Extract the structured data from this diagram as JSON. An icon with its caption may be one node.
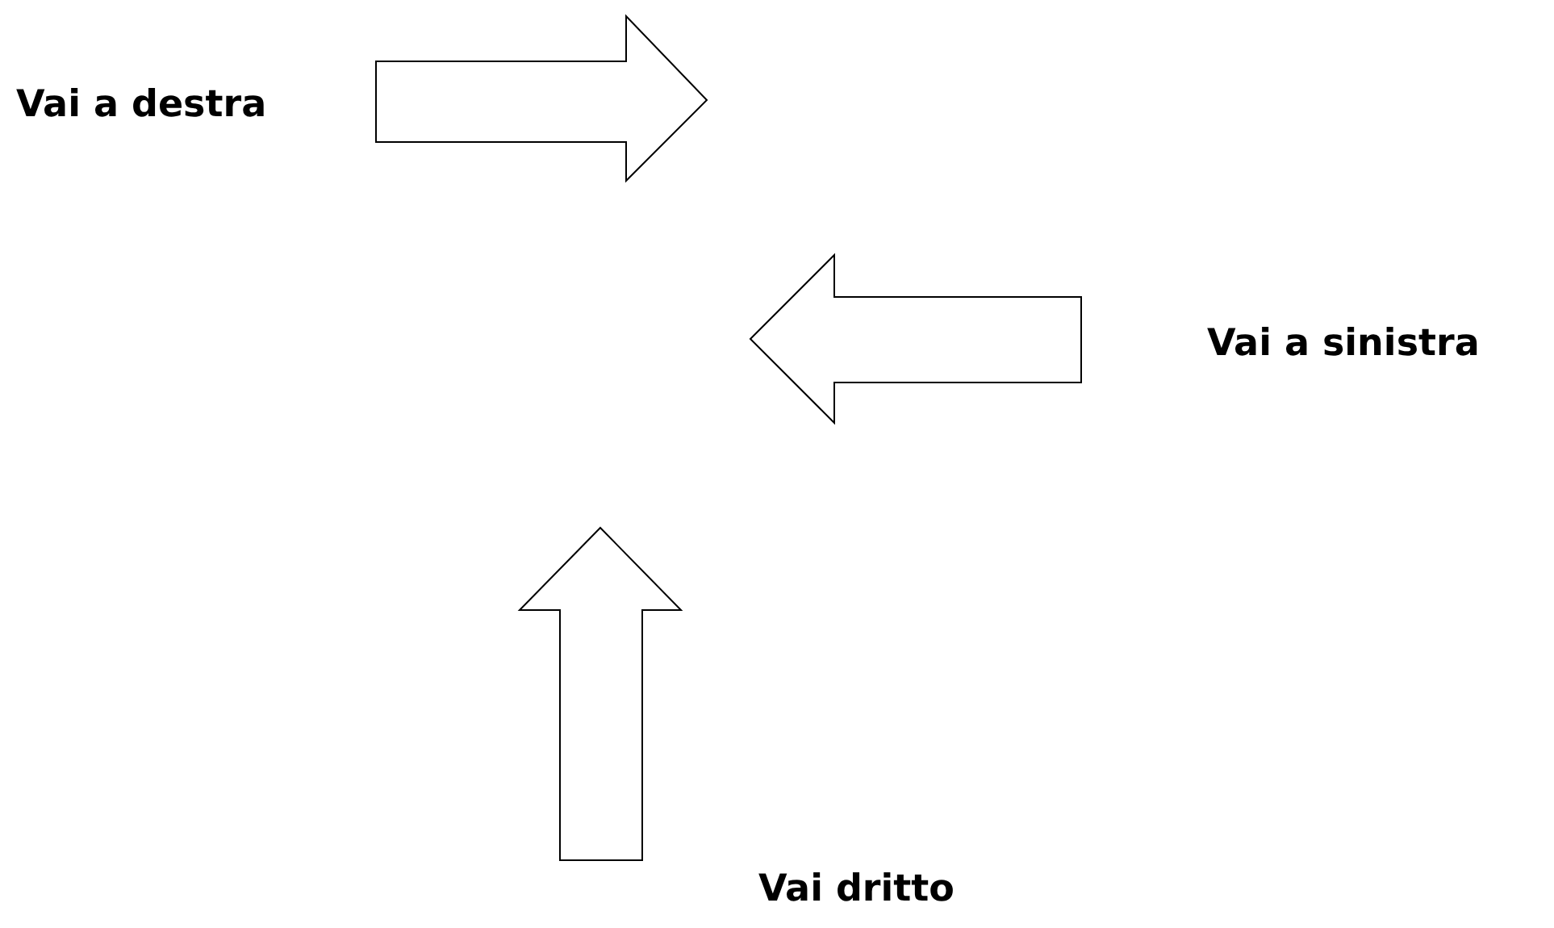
{
  "diagram": {
    "labels": [
      "Vai a destra",
      "Vai a sinistra",
      "Vai dritto"
    ]
  }
}
